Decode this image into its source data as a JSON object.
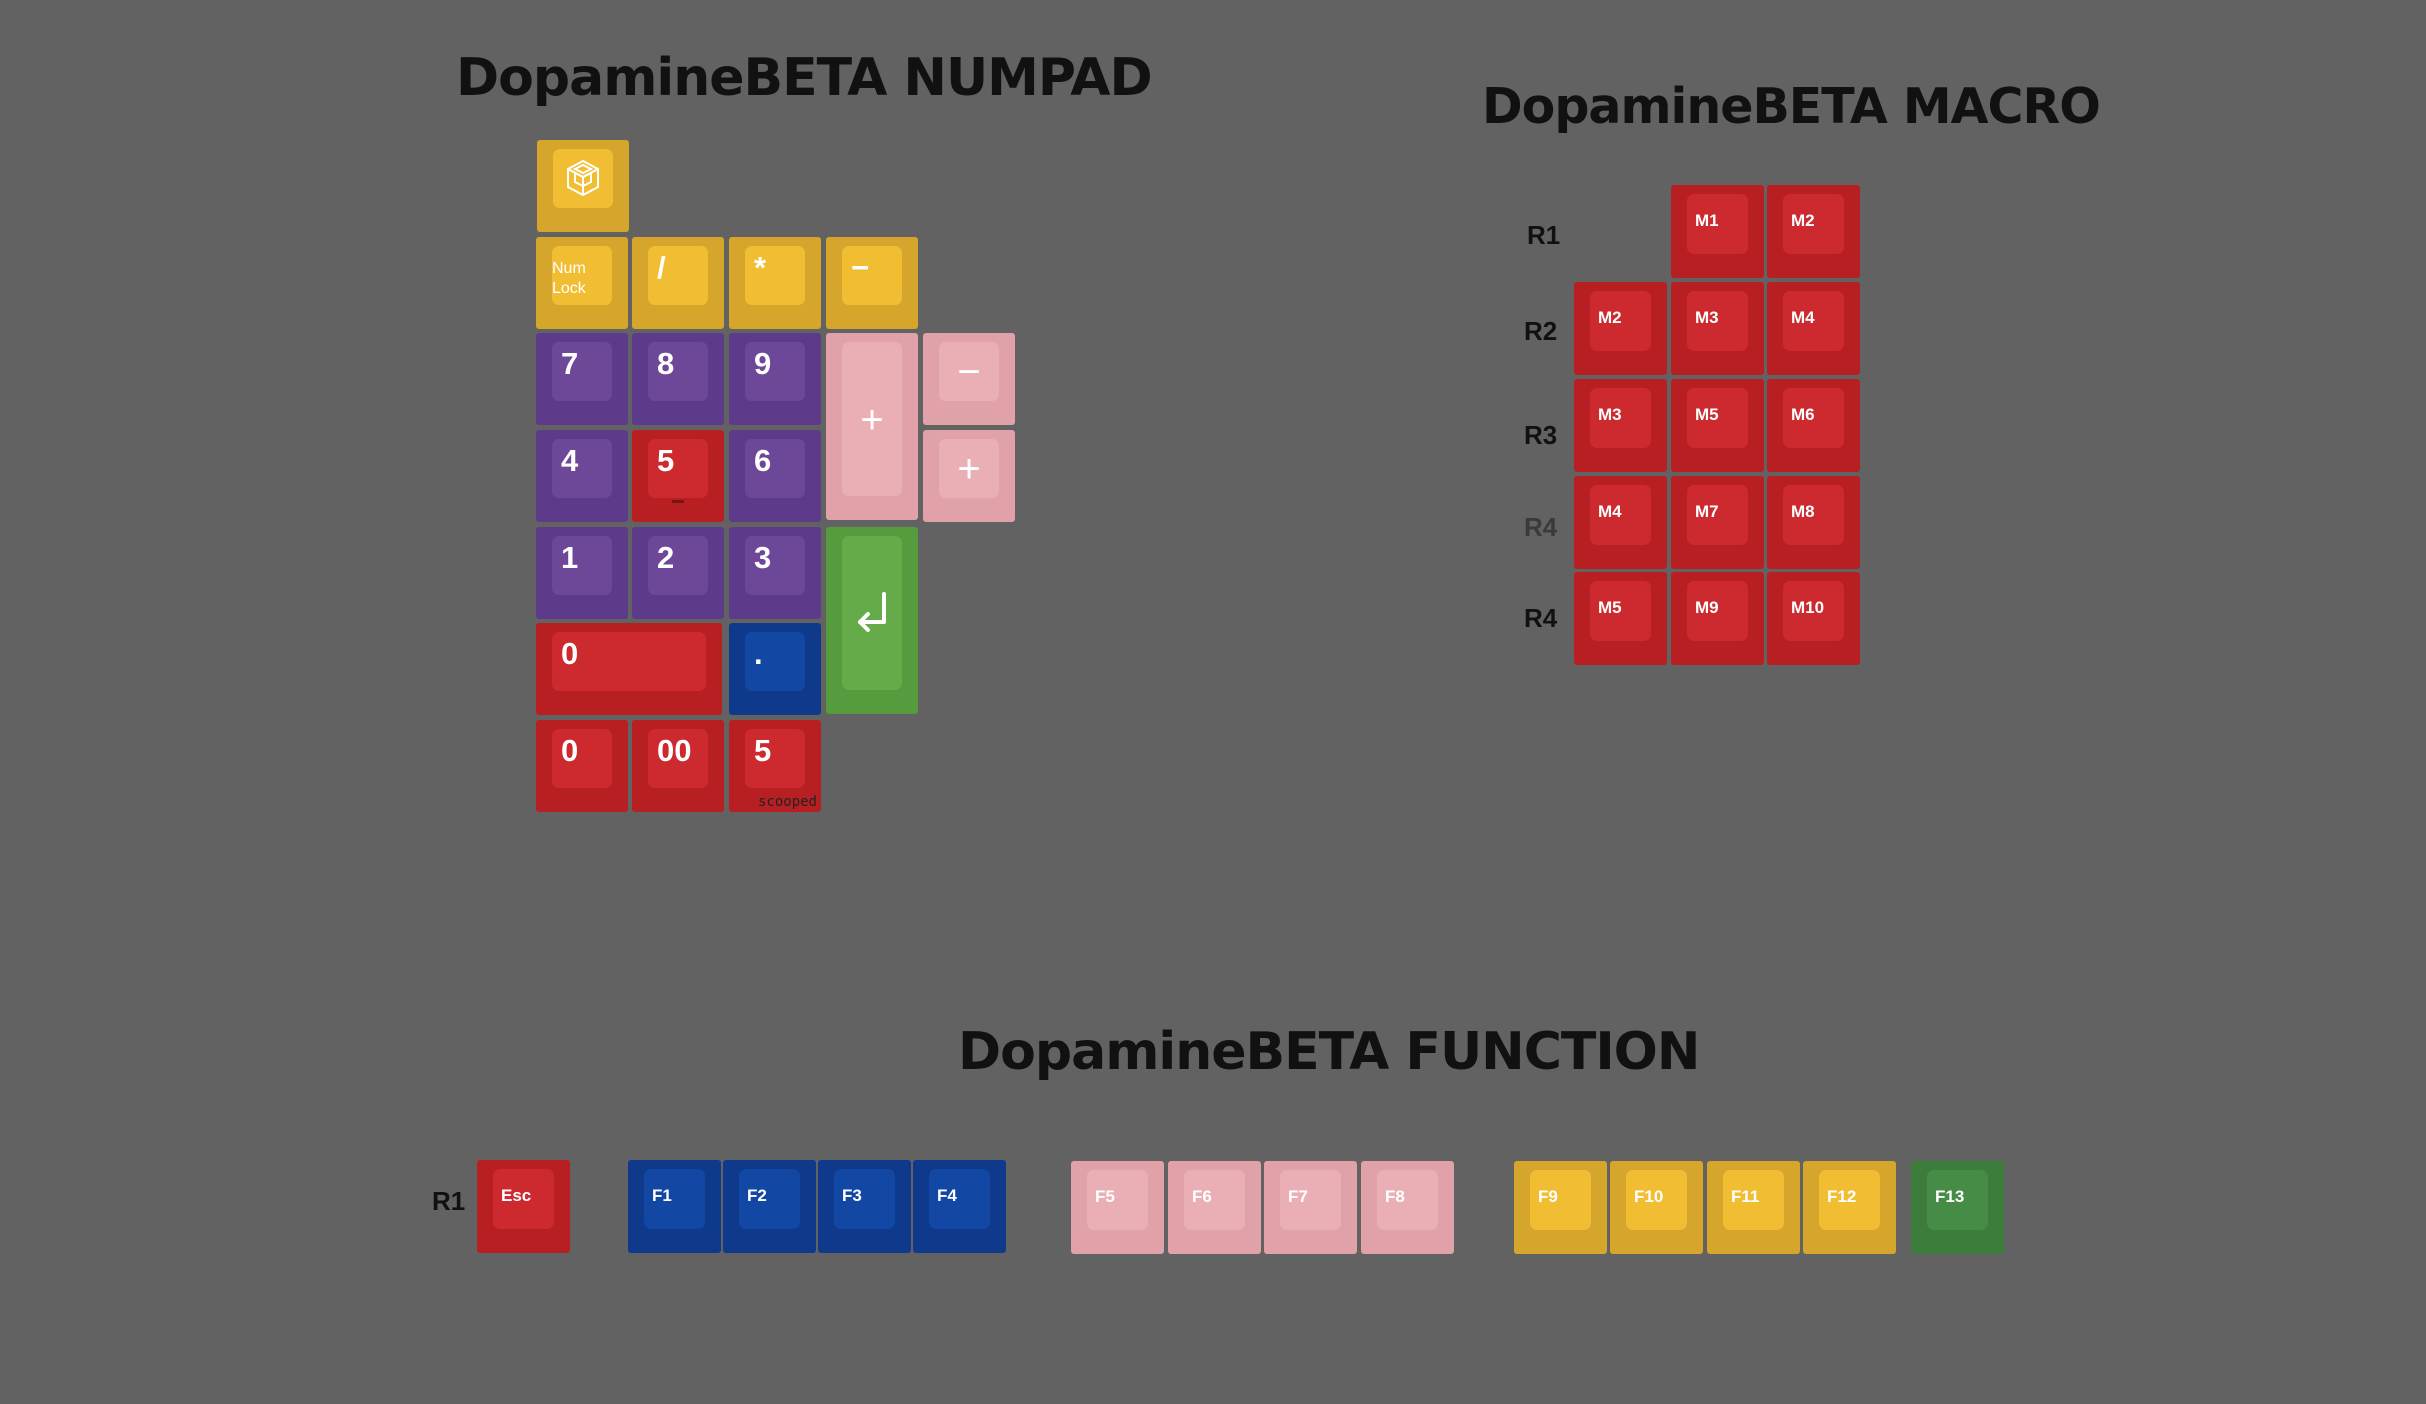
{
  "titles": {
    "numpad": "DopamineBETA NUMPAD",
    "macro": "DopamineBETA MACRO",
    "function": "DopamineBETA FUNCTION"
  },
  "colors": {
    "background": "#626262",
    "yellow": "#d6a52b",
    "yellow_top": "#f1be33",
    "purple": "#5d3b8a",
    "purple_top": "#6e4898",
    "red": "#b81f22",
    "red_top": "#cc2a2f",
    "blue": "#0f3a8c",
    "blue_top": "#1247a3",
    "pink": "#e0a2a8",
    "pink_top": "#eaafb5",
    "green": "#579b3f",
    "green_top": "#65ab49",
    "darkgreen": "#3c7d3c",
    "darkgreen_top": "#468b46"
  },
  "numpad": {
    "logo_icon": "keyboard-cube-icon",
    "keys": {
      "numlock": "Num\nLock",
      "slash": "/",
      "star": "*",
      "minus": "−",
      "k7": "7",
      "k8": "8",
      "k9": "9",
      "k4": "4",
      "k5": "5",
      "k6": "6",
      "k1": "1",
      "k2": "2",
      "k3": "3",
      "plus_tall": "+",
      "minus_pink": "−",
      "plus_pink": "+",
      "zero_wide": "0",
      "dot": ".",
      "enter_icon": "enter-arrow-icon",
      "zero": "0",
      "double_zero": "00",
      "five_scooped": "5",
      "scooped_note": "scooped"
    }
  },
  "macro": {
    "row_labels": [
      "R1",
      "R2",
      "R3",
      "R4",
      "R4"
    ],
    "rows": [
      [
        "M1",
        "M2"
      ],
      [
        "M2",
        "M3",
        "M4"
      ],
      [
        "M3",
        "M5",
        "M6"
      ],
      [
        "M4",
        "M7",
        "M8"
      ],
      [
        "M5",
        "M9",
        "M10"
      ]
    ]
  },
  "function": {
    "row_label": "R1",
    "esc": "Esc",
    "blue": [
      "F1",
      "F2",
      "F3",
      "F4"
    ],
    "pink": [
      "F5",
      "F6",
      "F7",
      "F8"
    ],
    "yellow": [
      "F9",
      "F10",
      "F11",
      "F12"
    ],
    "green": [
      "F13"
    ]
  }
}
